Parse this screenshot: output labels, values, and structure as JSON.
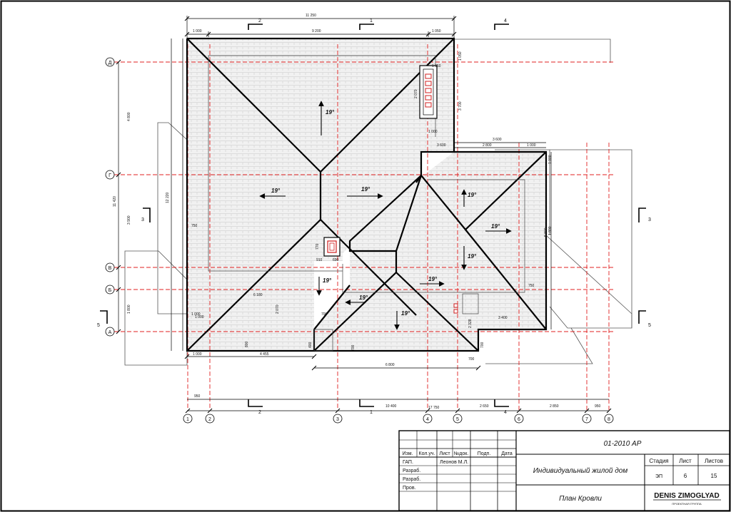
{
  "plan": {
    "slopes": [
      "19°",
      "19°",
      "19°",
      "19°",
      "19°",
      "19°",
      "19°",
      "19°",
      "19°",
      "19°"
    ]
  },
  "grid": {
    "columns": [
      "1",
      "2",
      "3",
      "4",
      "5",
      "6",
      "7",
      "8"
    ],
    "rows": [
      "Д",
      "Г",
      "В",
      "Б",
      "А"
    ]
  },
  "sections": [
    {
      "num": "1",
      "at": "top-center"
    },
    {
      "num": "2",
      "at": "top-left"
    },
    {
      "num": "4",
      "at": "top-right"
    },
    {
      "num": "2",
      "at": "bottom-left"
    },
    {
      "num": "1",
      "at": "bottom-center"
    },
    {
      "num": "4",
      "at": "bottom-right"
    },
    {
      "num": "3",
      "at": "left"
    },
    {
      "num": "3",
      "at": "right"
    },
    {
      "num": "5",
      "at": "left-low"
    },
    {
      "num": "5",
      "at": "right-low"
    }
  ],
  "dimensions": {
    "overall_top": "11 250",
    "top_parts": [
      "1 000",
      "9 200",
      "1 050"
    ],
    "overall_bottom": "17 750",
    "bottom_parts": [
      "950",
      "10 400",
      "2 650",
      "2 850",
      "950"
    ],
    "left_outer": [
      "4 800",
      "11 420",
      "3 900",
      "1 800"
    ],
    "left_inner": "12 220",
    "wing_top": [
      "3 600",
      "2 800",
      "1 000"
    ],
    "wing_bottom": "6 800",
    "wing_bottom_parts": [
      "1 000",
      "4 455"
    ],
    "misc": [
      "750",
      "1 000",
      "6 180",
      "800",
      "700",
      "1 050",
      "2 070",
      "3 700",
      "750",
      "1 800",
      "1 000",
      "3 400",
      "2 328",
      "5 800",
      "700",
      "1 000",
      "700",
      "2 070",
      "1 050",
      "400",
      "1 000",
      "770",
      "910",
      "690",
      "700",
      "3 600"
    ]
  },
  "titleblock": {
    "code": "01-2010 АР",
    "head": [
      "Изм.",
      "Кол.уч.",
      "Лист",
      "№док.",
      "Подп.",
      "Дата"
    ],
    "roles": [
      "ГАП.",
      "Разраб.",
      "Разраб.",
      "Пров."
    ],
    "names": [
      "Леонов М.Л.",
      "",
      "",
      ""
    ],
    "project": "Индивидуальный жилой дом",
    "sheet_title": "План Кровли",
    "stage_label": "Стадия",
    "stage": "ЭП",
    "sheet_label": "Лист",
    "sheet_no": "6",
    "sheets_label": "Листов",
    "sheets_total": "15",
    "company": "DENIS ZIMOGLYAD",
    "company_sub": "ПРОЕКТНАЯ ГРУППА"
  }
}
